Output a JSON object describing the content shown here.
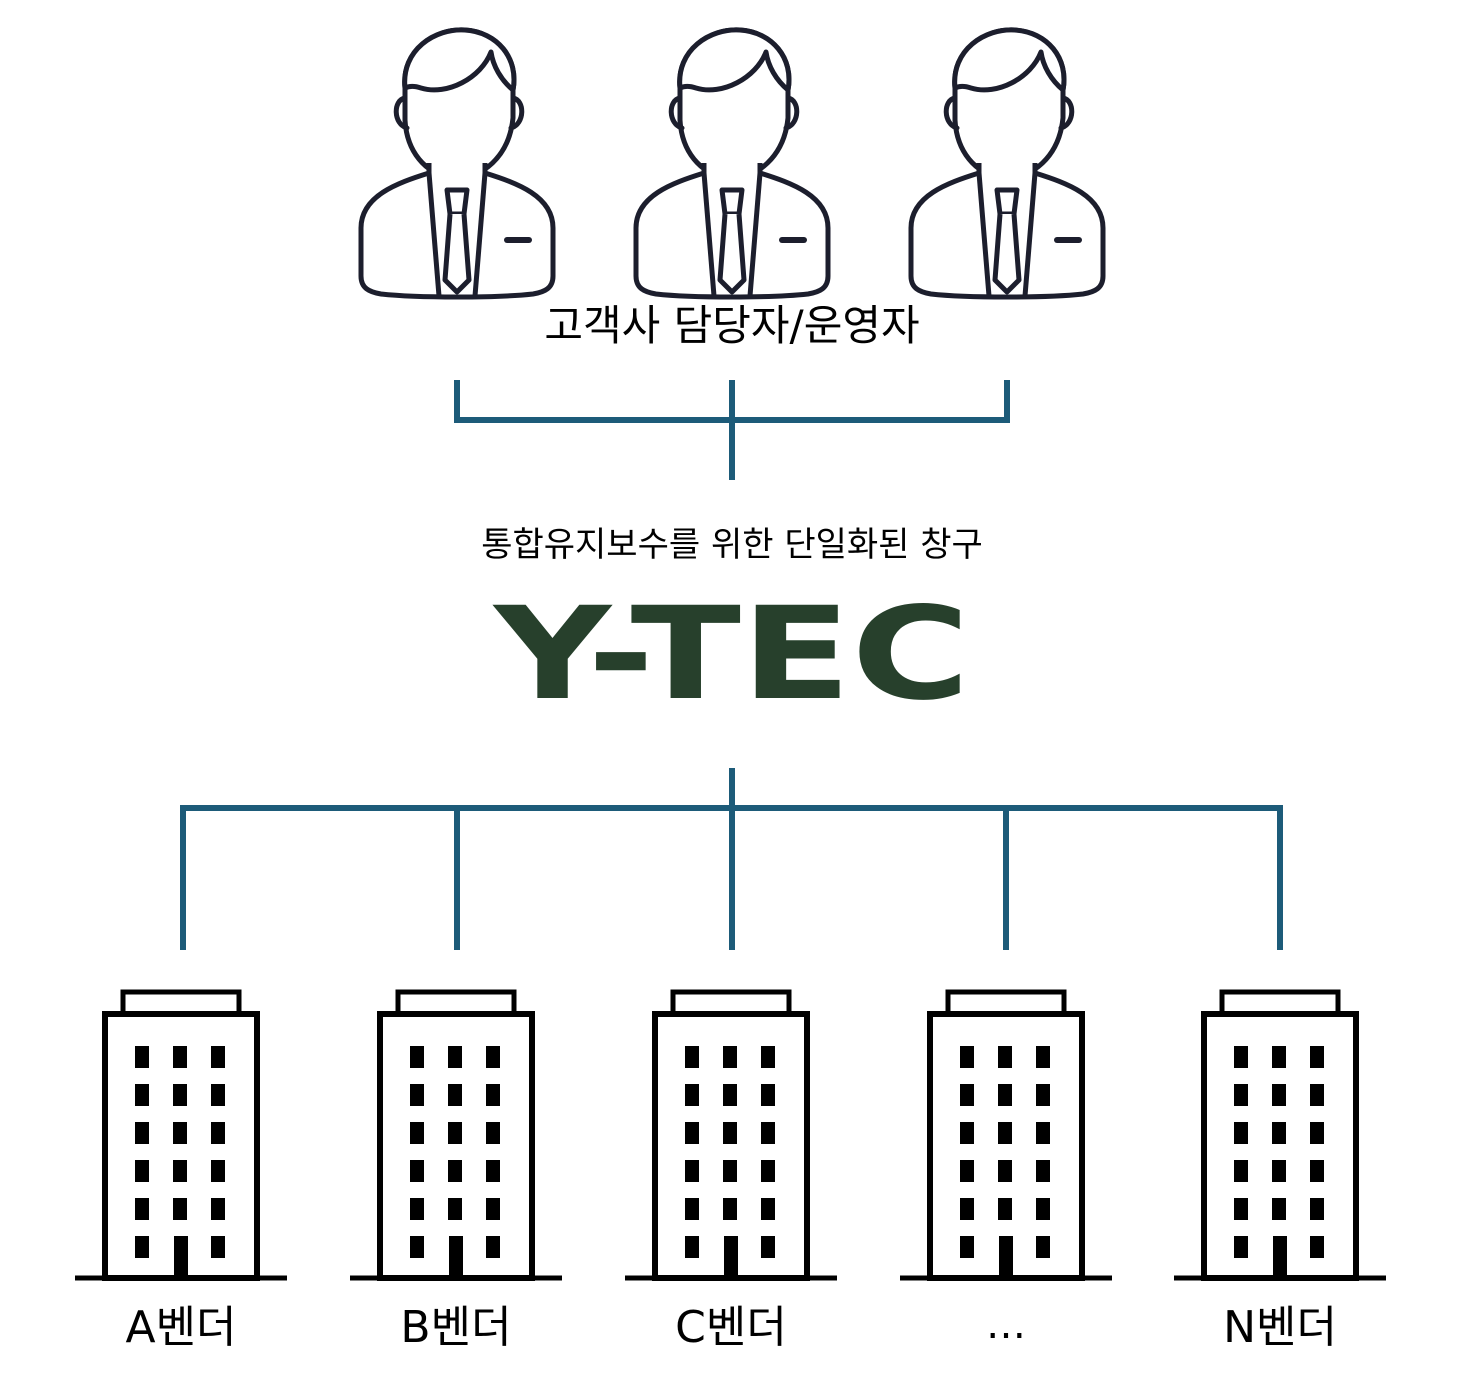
{
  "customer_group": {
    "label": "고객사 담당자/운영자",
    "people": [
      {
        "icon": "person-suit-icon"
      },
      {
        "icon": "person-suit-icon"
      },
      {
        "icon": "person-suit-icon"
      }
    ]
  },
  "hub": {
    "subtitle": "통합유지보수를 위한 단일화된 창구",
    "logo_text": "Y-TEC",
    "logo_color": "#27402c"
  },
  "vendors": [
    {
      "label": "A벤더",
      "icon": "building-icon"
    },
    {
      "label": "B벤더",
      "icon": "building-icon"
    },
    {
      "label": "C벤더",
      "icon": "building-icon"
    },
    {
      "label": "…",
      "icon": "building-icon"
    },
    {
      "label": "N벤더",
      "icon": "building-icon"
    }
  ],
  "colors": {
    "connector": "#1d5b79",
    "icon_stroke": "#1c1e2d",
    "building": "#000000"
  }
}
